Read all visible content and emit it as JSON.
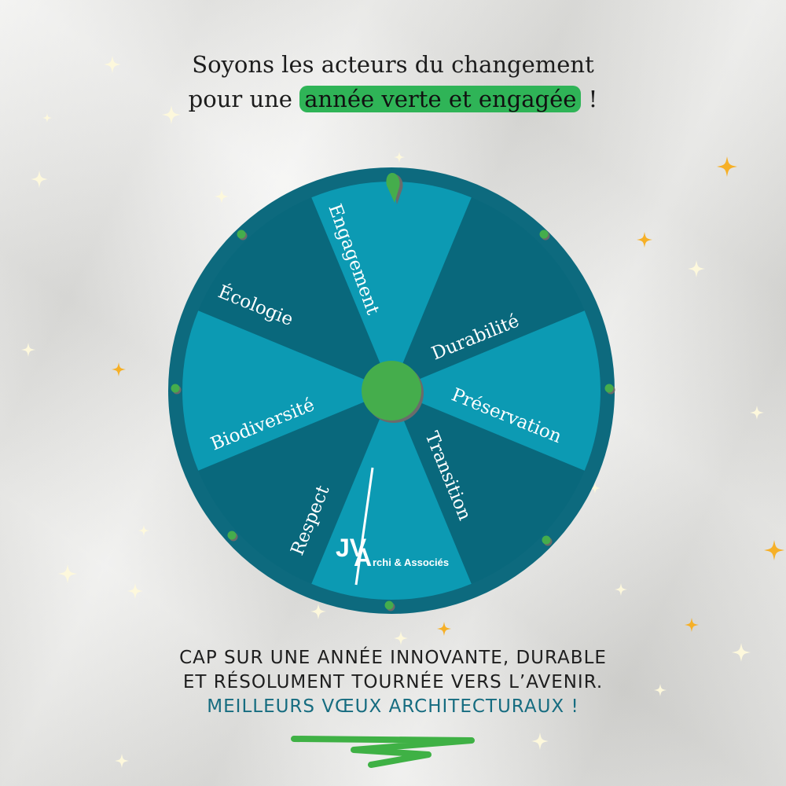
{
  "headline": {
    "line1": "Soyons les acteurs du changement",
    "line2_prefix": "pour une ",
    "line2_highlight": "année verte et engagée",
    "line2_suffix": " !"
  },
  "wheel": {
    "segments": [
      {
        "label": "Engagement",
        "shade": "light"
      },
      {
        "label": "Durabilité",
        "shade": "dark"
      },
      {
        "label": "Préservation",
        "shade": "light"
      },
      {
        "label": "Transition",
        "shade": "dark"
      },
      {
        "label": "",
        "shade": "light",
        "content": "logo"
      },
      {
        "label": "Respect",
        "shade": "dark"
      },
      {
        "label": "Biodiversité",
        "shade": "light"
      },
      {
        "label": "Écologie",
        "shade": "dark"
      }
    ],
    "logo": {
      "initials_jv": "JV",
      "initial_a": "A",
      "text": "rchi & Associés"
    },
    "pointer": "pointer-pin-icon",
    "hub": "center-hub"
  },
  "footer": {
    "line1": "CAP SUR UNE ANNÉE INNOVANTE, DURABLE",
    "line2": "ET RÉSOLUMENT TOURNÉE VERS L’AVENIR.",
    "line3": "MEILLEURS VŒUX ARCHITECTURAUX !"
  },
  "colors": {
    "wheel_dark": "#09687c",
    "wheel_light": "#0c9ab3",
    "wheel_rim": "#0d6a7e",
    "accent_green": "#45ad4c",
    "highlight_green": "#2fb457",
    "footer_accent": "#166c80",
    "sparkle_gold": "#f6b027",
    "sparkle_cream": "#fdf6cf"
  }
}
